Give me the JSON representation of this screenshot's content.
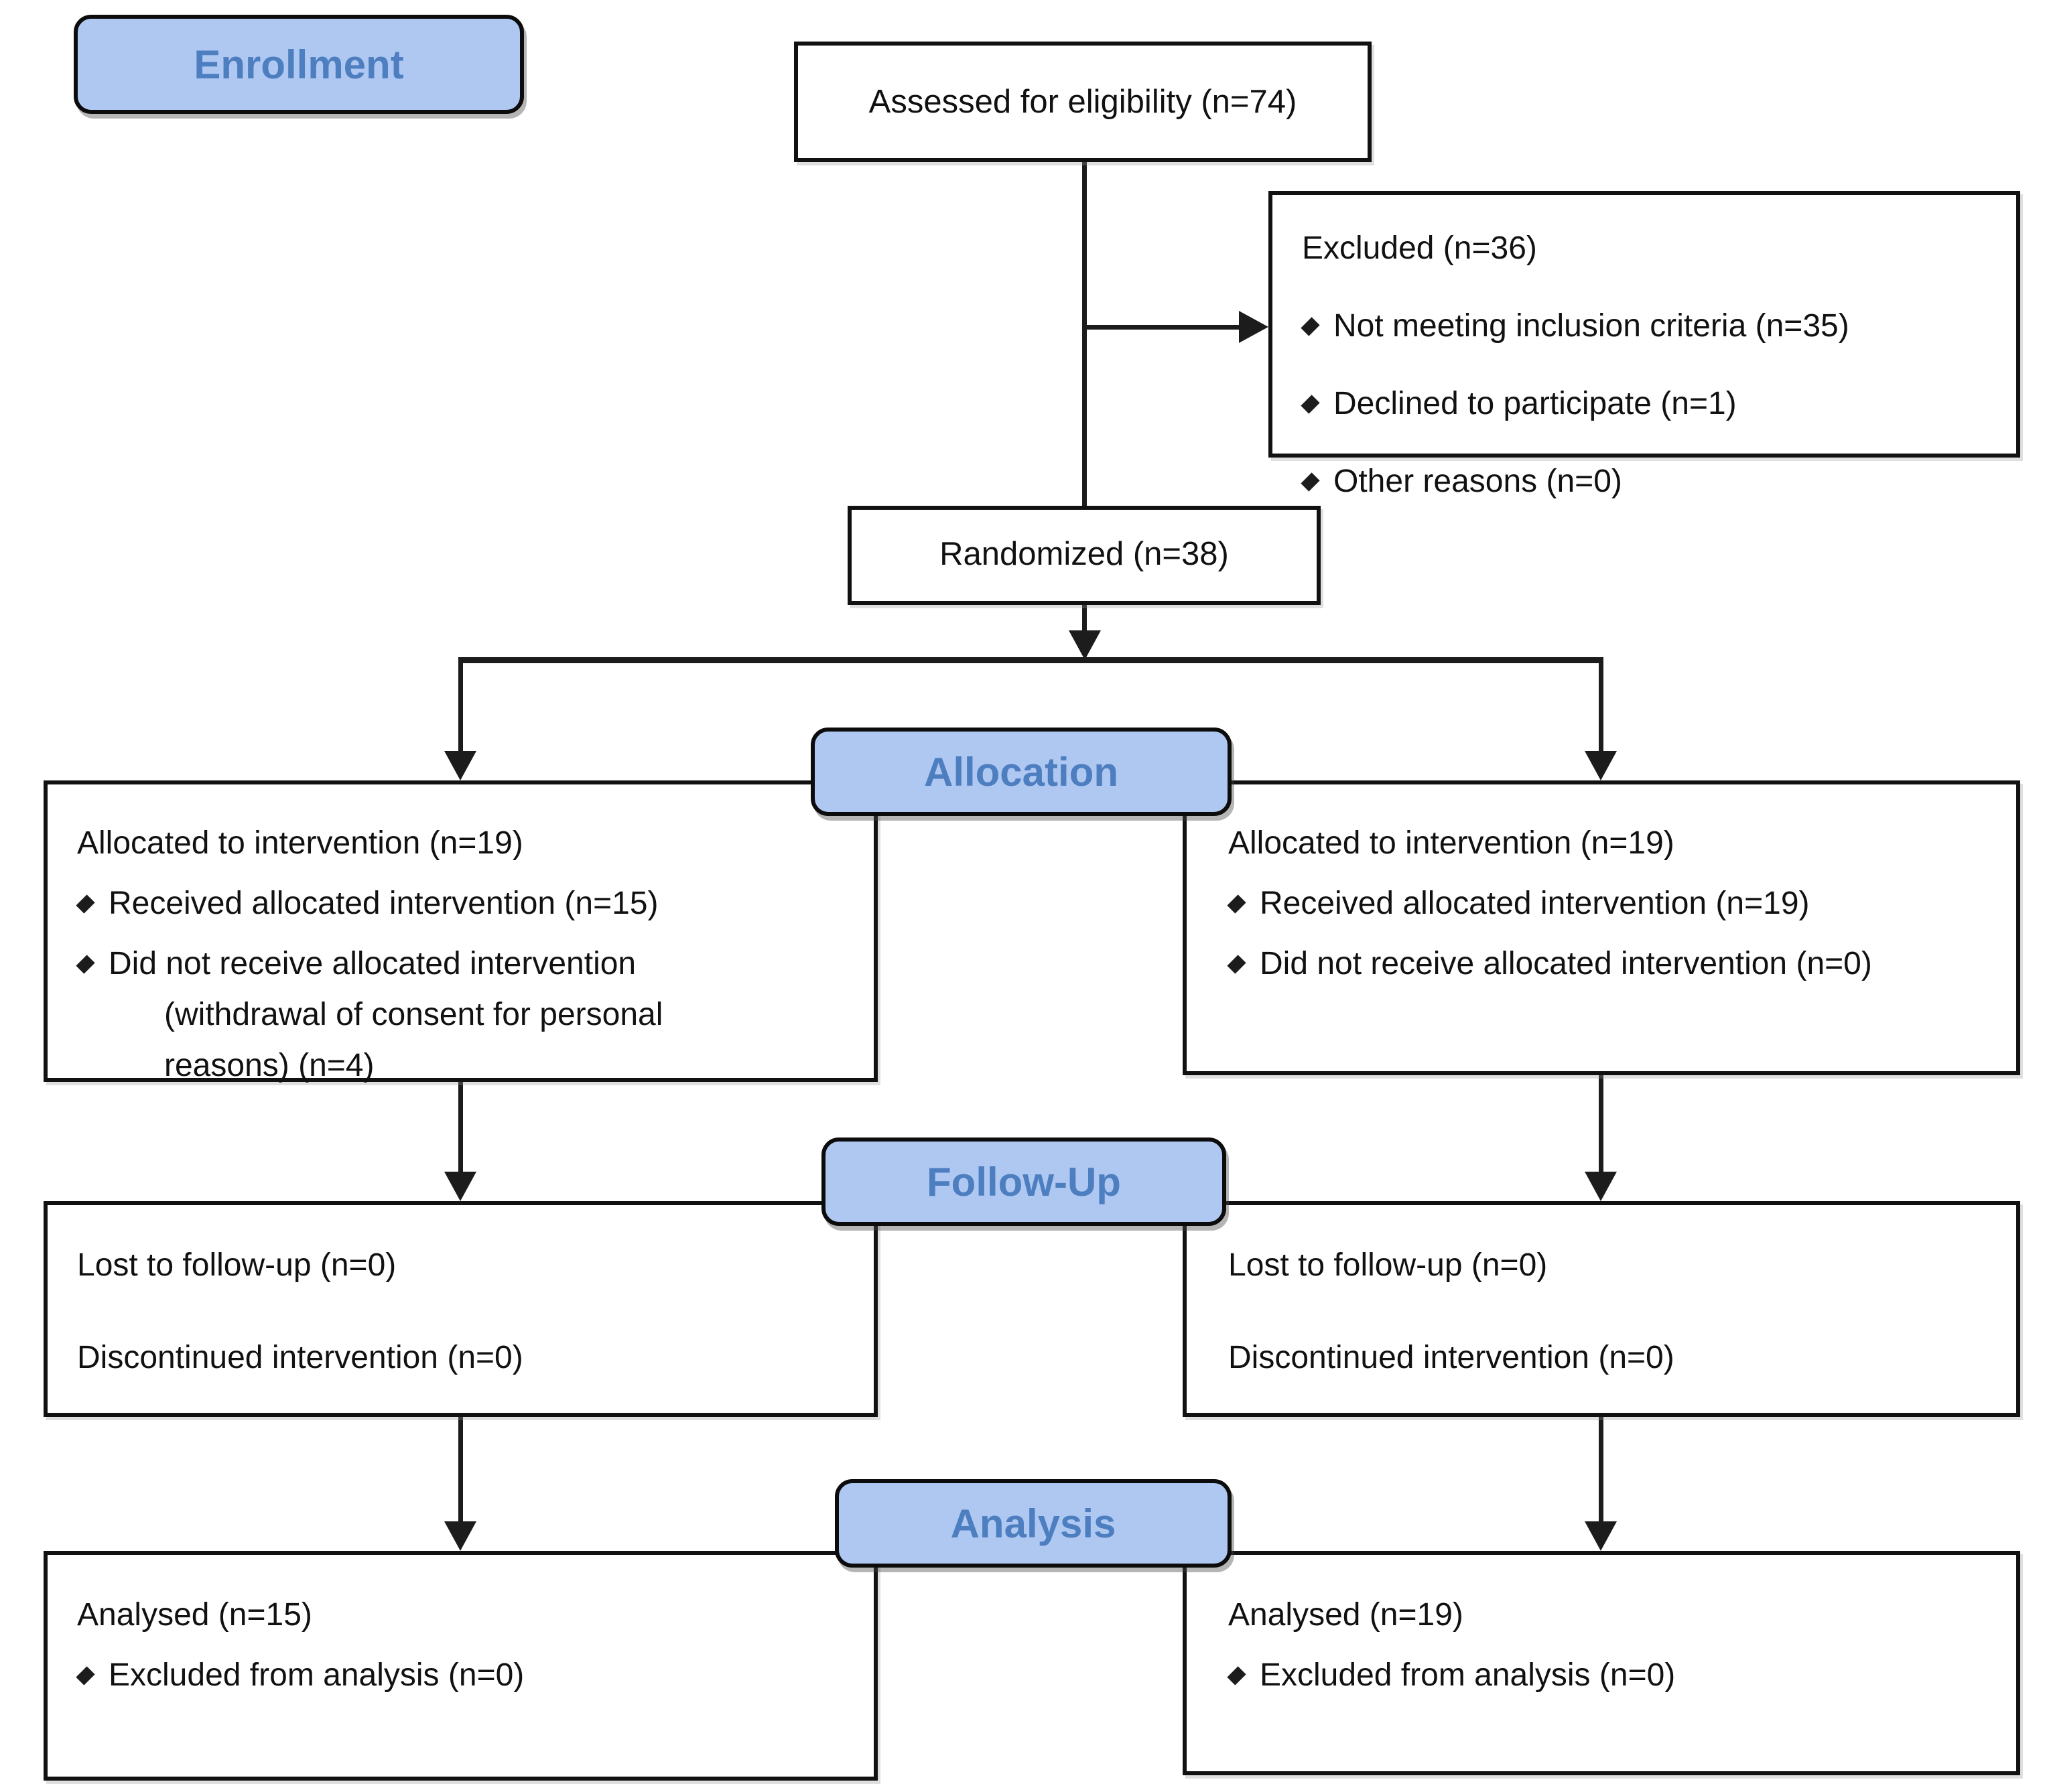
{
  "stages": {
    "enrollment": {
      "label": "Enrollment"
    },
    "allocation": {
      "label": "Allocation"
    },
    "followup": {
      "label": "Follow-Up"
    },
    "analysis": {
      "label": "Analysis"
    }
  },
  "boxes": {
    "assessed": {
      "text": "Assessed for eligibility (n=74)"
    },
    "excluded": {
      "title": "Excluded (n=36)",
      "bullets": [
        "Not meeting inclusion criteria (n=35)",
        "Declined to participate (n=1)",
        "Other reasons (n=0)"
      ]
    },
    "randomized": {
      "text": "Randomized (n=38)"
    },
    "allocation_left": {
      "title": "Allocated to intervention (n=19)",
      "bullet1": "Received allocated intervention (n=15)",
      "bullet2": "Did not receive allocated intervention",
      "bullet2_cont1": "(withdrawal of consent for personal",
      "bullet2_cont2": "reasons) (n=4)"
    },
    "allocation_right": {
      "title": "Allocated to intervention (n=19)",
      "bullet1": "Received allocated intervention (n=19)",
      "bullet2": "Did not receive allocated intervention (n=0)"
    },
    "followup_left": {
      "line1": "Lost to follow-up (n=0)",
      "line2": "Discontinued intervention (n=0)"
    },
    "followup_right": {
      "line1": "Lost to follow-up (n=0)",
      "line2": "Discontinued intervention (n=0)"
    },
    "analysis_left": {
      "title": "Analysed (n=15)",
      "bullet1": "Excluded from analysis (n=0)"
    },
    "analysis_right": {
      "title": "Analysed (n=19)",
      "bullet1": "Excluded from analysis (n=0)"
    }
  },
  "icons": {
    "bullet_style": "diamond"
  },
  "colors": {
    "badge_fill": "#afc8f2",
    "badge_text": "#4d7ebf",
    "line": "#1c1c1c",
    "box_border": "#111111"
  }
}
